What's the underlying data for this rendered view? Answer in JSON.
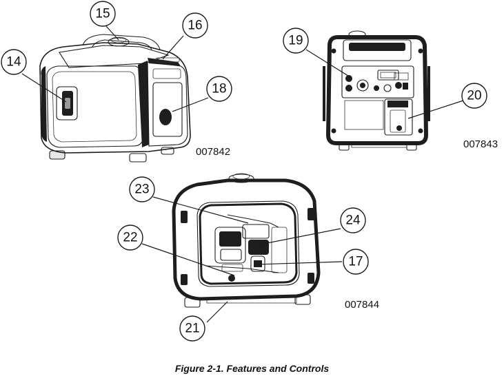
{
  "figure": {
    "caption": "Figure 2-1. Features and Controls",
    "views": [
      {
        "code": "007842",
        "callouts": [
          "14",
          "15",
          "16",
          "18"
        ]
      },
      {
        "code": "007843",
        "callouts": [
          "19",
          "20"
        ]
      },
      {
        "code": "007844",
        "callouts": [
          "23",
          "22",
          "24",
          "17",
          "21"
        ]
      }
    ]
  }
}
